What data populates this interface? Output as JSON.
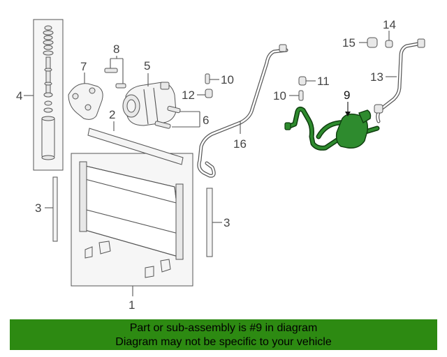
{
  "diagram": {
    "highlight_color": "#2d8a12",
    "callouts": {
      "c1": "1",
      "c2": "2",
      "c3a": "3",
      "c3b": "3",
      "c4": "4",
      "c5": "5",
      "c6": "6",
      "c7": "7",
      "c8": "8",
      "c9": "9",
      "c10a": "10",
      "c10b": "10",
      "c11": "11",
      "c12": "12",
      "c13": "13",
      "c14": "14",
      "c15": "15",
      "c16": "16"
    }
  },
  "banner": {
    "line1": "Part or sub-assembly is #9 in diagram",
    "line2": "Diagram may not be specific to your vehicle"
  }
}
